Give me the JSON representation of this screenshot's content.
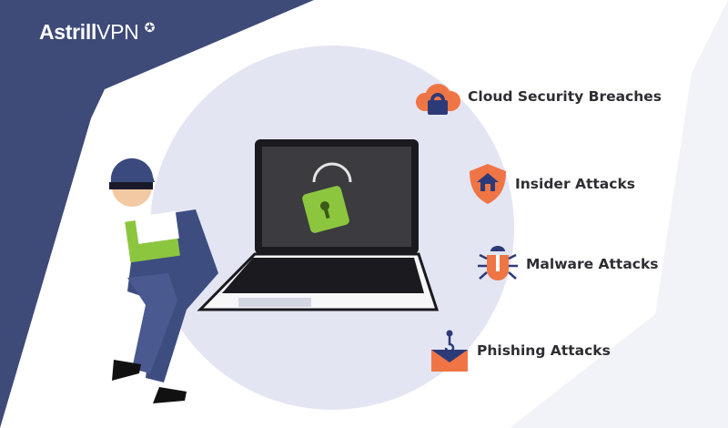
{
  "brand": {
    "name_bold": "Astrill",
    "name_light": "VPN",
    "logo_icon": "star-circle-icon"
  },
  "threats": [
    {
      "label": "Cloud Security Breaches",
      "icon": "cloud-lock-icon"
    },
    {
      "label": "Insider Attacks",
      "icon": "shield-home-icon"
    },
    {
      "label": "Malware Attacks",
      "icon": "bug-icon"
    },
    {
      "label": "Phishing Attacks",
      "icon": "envelope-hook-icon"
    }
  ],
  "colors": {
    "navy": "#3e4a78",
    "orange": "#f07545",
    "icon_navy": "#2d3a78",
    "lock_green": "#8cc63f",
    "circle": "#e3e5f3"
  }
}
